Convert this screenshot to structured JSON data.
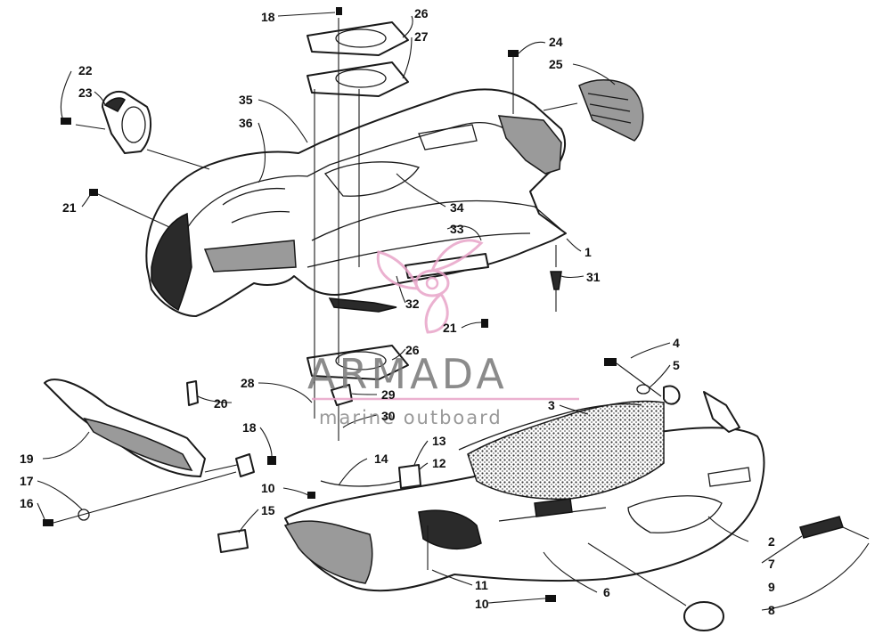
{
  "watermark": {
    "brand": "ARMADA",
    "tagline": "marine outboard",
    "logo_color": "#e8a4c8",
    "text_color": "#7a7a7a"
  },
  "callouts": [
    {
      "id": "c18a",
      "text": "18"
    },
    {
      "id": "c26a",
      "text": "26"
    },
    {
      "id": "c27",
      "text": "27"
    },
    {
      "id": "c24",
      "text": "24"
    },
    {
      "id": "c25",
      "text": "25"
    },
    {
      "id": "c22",
      "text": "22"
    },
    {
      "id": "c23",
      "text": "23"
    },
    {
      "id": "c35",
      "text": "35"
    },
    {
      "id": "c36",
      "text": "36"
    },
    {
      "id": "c21a",
      "text": "21"
    },
    {
      "id": "c34",
      "text": "34"
    },
    {
      "id": "c33",
      "text": "33"
    },
    {
      "id": "c1",
      "text": "1"
    },
    {
      "id": "c31",
      "text": "31"
    },
    {
      "id": "c32",
      "text": "32"
    },
    {
      "id": "c21b",
      "text": "21"
    },
    {
      "id": "c26b",
      "text": "26"
    },
    {
      "id": "c4",
      "text": "4"
    },
    {
      "id": "c5",
      "text": "5"
    },
    {
      "id": "c28",
      "text": "28"
    },
    {
      "id": "c29",
      "text": "29"
    },
    {
      "id": "c20",
      "text": "20"
    },
    {
      "id": "c30",
      "text": "30"
    },
    {
      "id": "c3",
      "text": "3"
    },
    {
      "id": "c18b",
      "text": "18"
    },
    {
      "id": "c19",
      "text": "19"
    },
    {
      "id": "c13",
      "text": "13"
    },
    {
      "id": "c14",
      "text": "14"
    },
    {
      "id": "c12",
      "text": "12"
    },
    {
      "id": "c17",
      "text": "17"
    },
    {
      "id": "c10a",
      "text": "10"
    },
    {
      "id": "c16",
      "text": "16"
    },
    {
      "id": "c15",
      "text": "15"
    },
    {
      "id": "c2",
      "text": "2"
    },
    {
      "id": "c7",
      "text": "7"
    },
    {
      "id": "c11",
      "text": "11"
    },
    {
      "id": "c6",
      "text": "6"
    },
    {
      "id": "c9",
      "text": "9"
    },
    {
      "id": "c10b",
      "text": "10"
    },
    {
      "id": "c8",
      "text": "8"
    }
  ]
}
